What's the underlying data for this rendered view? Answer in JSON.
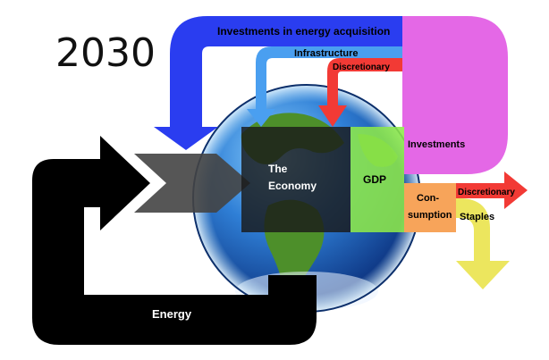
{
  "year": "2030",
  "labels": {
    "investments_energy": "Investments in energy acquisition",
    "infrastructure": "Infrastructure",
    "discretionary_top": "Discretionary",
    "investments": "Investments",
    "economy_line1": "The",
    "economy_line2": "Economy",
    "gdp": "GDP",
    "consumption_line1": "Con-",
    "consumption_line2": "sumption",
    "discretionary_right": "Discretionary",
    "staples": "Staples",
    "energy": "Energy"
  },
  "colors": {
    "energy_loop": "#000000",
    "economy_box": "#1a1a1a",
    "investments_energy": "#2a3df0",
    "infrastructure": "#4a9ff0",
    "discretionary": "#f23a35",
    "investments": "#e468e6",
    "gdp": "#8de84a",
    "consumption": "#f7a45a",
    "staples": "#ece65e",
    "earth_ocean": "#1e62c4",
    "earth_land": "#4d8f2a"
  }
}
